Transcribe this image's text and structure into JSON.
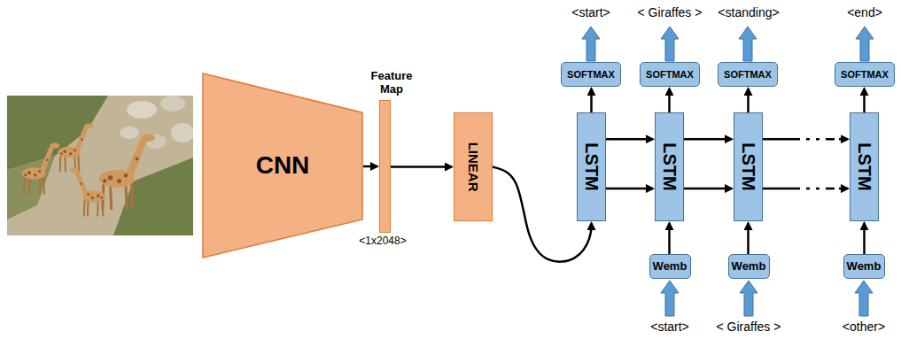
{
  "diagram": {
    "nodes": [
      {
        "text": [
          "CNN"
        ]
      },
      {
        "text": [
          "Feature Map",
          "<1x2048>"
        ]
      },
      {
        "text": [
          "LINEAR"
        ]
      },
      {
        "text": [
          "LSTM"
        ]
      },
      {
        "text": [
          "LSTM"
        ]
      },
      {
        "text": [
          "LSTM"
        ]
      },
      {
        "text": [
          "LSTM"
        ]
      },
      {
        "text": [
          "SOFTMAX"
        ]
      },
      {
        "text": [
          "SOFTMAX"
        ]
      },
      {
        "text": [
          "SOFTMAX"
        ]
      },
      {
        "text": [
          "SOFTMAX"
        ]
      },
      {
        "text": [
          "Wemb"
        ]
      },
      {
        "text": [
          "Wemb"
        ]
      },
      {
        "text": [
          "Wemb"
        ]
      }
    ],
    "edges": [
      {
        "from": 0,
        "to": 1,
        "arrow": "to"
      },
      {
        "from": 1,
        "to": 2,
        "arrow": "to"
      },
      {
        "from": 2,
        "to": 3,
        "arrow": "to"
      },
      {
        "from": 3,
        "to": 4,
        "arrow": "to"
      },
      {
        "from": 3,
        "to": 4,
        "arrow": "to"
      },
      {
        "from": 4,
        "to": 5,
        "arrow": "to"
      },
      {
        "from": 4,
        "to": 5,
        "arrow": "to"
      },
      {
        "from": 5,
        "to": 6,
        "arrow": "to"
      },
      {
        "from": 5,
        "to": 6,
        "arrow": "to"
      },
      {
        "from": 3,
        "to": 7,
        "arrow": "to"
      },
      {
        "from": 4,
        "to": 8,
        "arrow": "to"
      },
      {
        "from": 5,
        "to": 9,
        "arrow": "to"
      },
      {
        "from": 6,
        "to": 10,
        "arrow": "to"
      },
      {
        "from": 11,
        "to": 4,
        "arrow": "to"
      },
      {
        "from": 12,
        "to": 5,
        "arrow": "to"
      },
      {
        "from": 13,
        "to": 6,
        "arrow": "to"
      }
    ],
    "labels": [
      "<start>",
      "< Giraffes >",
      "<standing>",
      "<end>",
      "<start>",
      "< Giraffes >",
      "<other>"
    ]
  }
}
